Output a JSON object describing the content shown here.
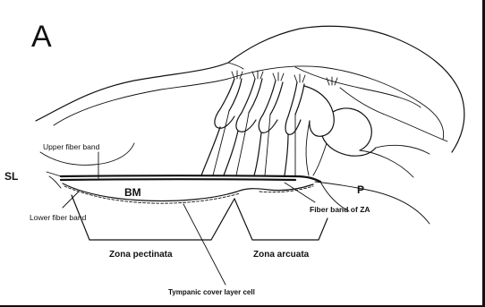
{
  "panel_label": "A",
  "labels": {
    "sl": "SL",
    "upper_fiber_band": "Upper fiber band",
    "lower_fiber_band": "Lower fiber band",
    "bm": "BM",
    "p": "P",
    "fiber_band_za": "Fiber band of ZA",
    "zona_pectinata": "Zona pectinata",
    "zona_arcuata": "Zona arcuata",
    "tympanic_cover": "Tympanic cover layer cell"
  }
}
